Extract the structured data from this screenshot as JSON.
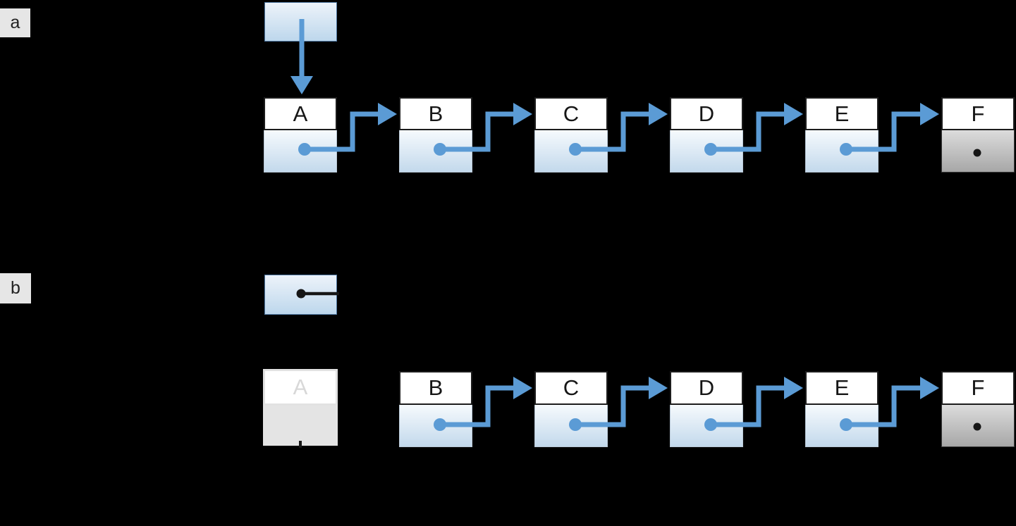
{
  "colors": {
    "background": "#000000",
    "arrow_blue": "#5b9bd5",
    "ink_black": "#161616",
    "node_border": "#1c1c1c",
    "bottom_border": "#b9c8d6",
    "head_border": "#527ba6",
    "box_grad_top": "#f6fafd",
    "box_grad_bottom": "#c3d9ec",
    "head_grad_top": "#edf3fa",
    "head_grad_bottom": "#bdd7ec",
    "term_grad_top": "#dcdcdc",
    "term_grad_bottom": "#a7a7a7",
    "term_border": "#3c3c3c",
    "faded_fill": "#e4e4e4",
    "faded_border": "#e2e2e2",
    "faded_text": "#d8d8d8",
    "label_box_bg": "#e6e6e6",
    "label_text": "#222222"
  },
  "glyphs": {
    "pointer_dot": "filled-blue-circle",
    "null_terminator": "small-black-dot",
    "head_arrow": "down-arrow",
    "next_arrow": "right-elbow-arrow",
    "detached_head_pointer": "black-dot-with-line"
  },
  "panel_a": {
    "section_label": "a",
    "nodes": [
      {
        "label": "A"
      },
      {
        "label": "B"
      },
      {
        "label": "C"
      },
      {
        "label": "D"
      },
      {
        "label": "E"
      },
      {
        "label": "F",
        "terminal": true
      }
    ]
  },
  "panel_b": {
    "section_label": "b",
    "removed_node": {
      "label": "A"
    },
    "nodes": [
      {
        "label": "B"
      },
      {
        "label": "C"
      },
      {
        "label": "D"
      },
      {
        "label": "E"
      },
      {
        "label": "F",
        "terminal": true
      }
    ]
  }
}
